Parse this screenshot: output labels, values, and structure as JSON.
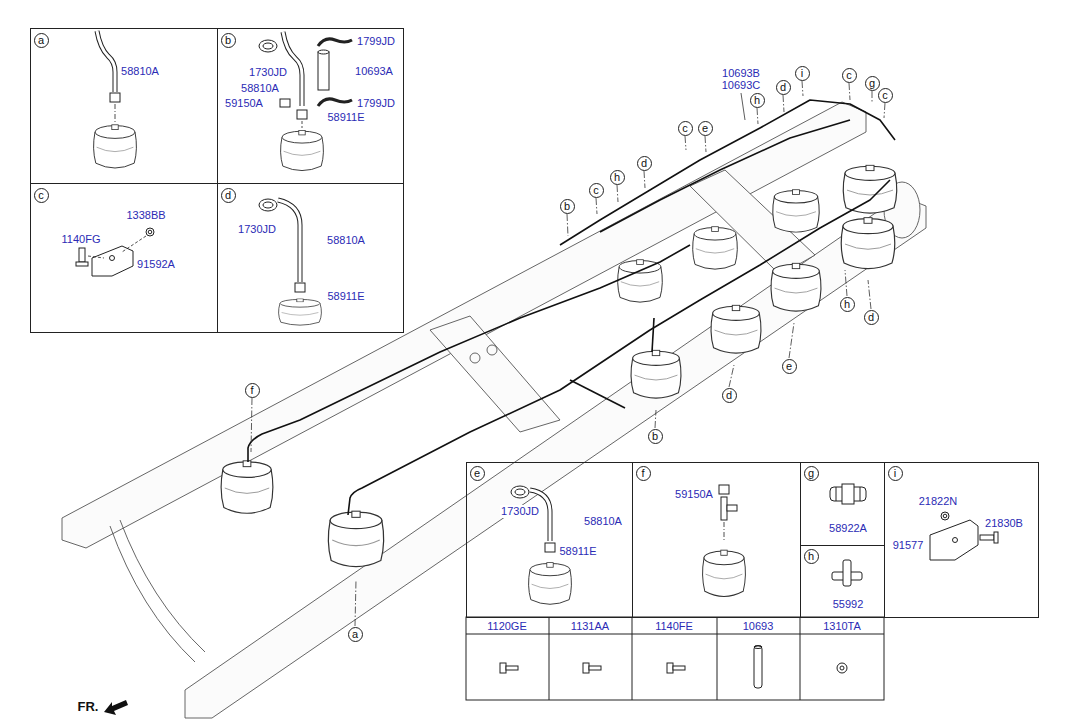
{
  "diagram": {
    "nodes": [
      {
        "text": [
          "58810A"
        ]
      },
      {
        "text": [
          "a"
        ],
        "in": 0
      },
      {
        "text": [
          "1799JD",
          "1730JD",
          "10693A",
          "58810A",
          "59150A",
          "1799JD",
          "58911E"
        ]
      },
      {
        "text": [
          "b"
        ],
        "in": 2
      },
      {
        "text": [
          "1338BB",
          "1140FG",
          "91592A"
        ]
      },
      {
        "text": [
          "c"
        ],
        "in": 4
      },
      {
        "text": [
          "1730JD",
          "58810A",
          "58911E"
        ]
      },
      {
        "text": [
          "d"
        ],
        "in": 6
      },
      {
        "text": [
          "i"
        ]
      },
      {
        "text": [
          "c"
        ]
      },
      {
        "text": [
          "d"
        ]
      },
      {
        "text": [
          "g"
        ]
      },
      {
        "text": [
          "c"
        ]
      },
      {
        "text": [
          "h"
        ]
      },
      {
        "text": [
          "c"
        ]
      },
      {
        "text": [
          "e"
        ]
      },
      {
        "text": [
          "d"
        ]
      },
      {
        "text": [
          "h"
        ]
      },
      {
        "text": [
          "c"
        ]
      },
      {
        "text": [
          "b"
        ]
      },
      {
        "text": [
          "h"
        ]
      },
      {
        "text": [
          "d"
        ]
      },
      {
        "text": [
          "e"
        ]
      },
      {
        "text": [
          "f"
        ]
      },
      {
        "text": [
          "d"
        ]
      },
      {
        "text": [
          "b"
        ]
      },
      {
        "text": [
          "a"
        ]
      },
      {
        "text": [
          "1730JD",
          "58810A",
          "58911E"
        ]
      },
      {
        "text": [
          "e"
        ],
        "in": 27
      },
      {
        "text": [
          "59150A"
        ]
      },
      {
        "text": [
          "f"
        ],
        "in": 29
      },
      {
        "text": [
          "58922A"
        ]
      },
      {
        "text": [
          "g"
        ],
        "in": 31
      },
      {
        "text": [
          "21822N",
          "21830B",
          "91577"
        ]
      },
      {
        "text": [
          "i"
        ],
        "in": 33
      },
      {
        "text": [
          "55992"
        ]
      },
      {
        "text": [
          "h"
        ],
        "in": 35
      }
    ],
    "labels": [
      "10693B",
      "10693C",
      "FR.",
      "1120GE",
      "1131AA",
      "1140FE",
      "10693",
      "1310TA"
    ]
  }
}
